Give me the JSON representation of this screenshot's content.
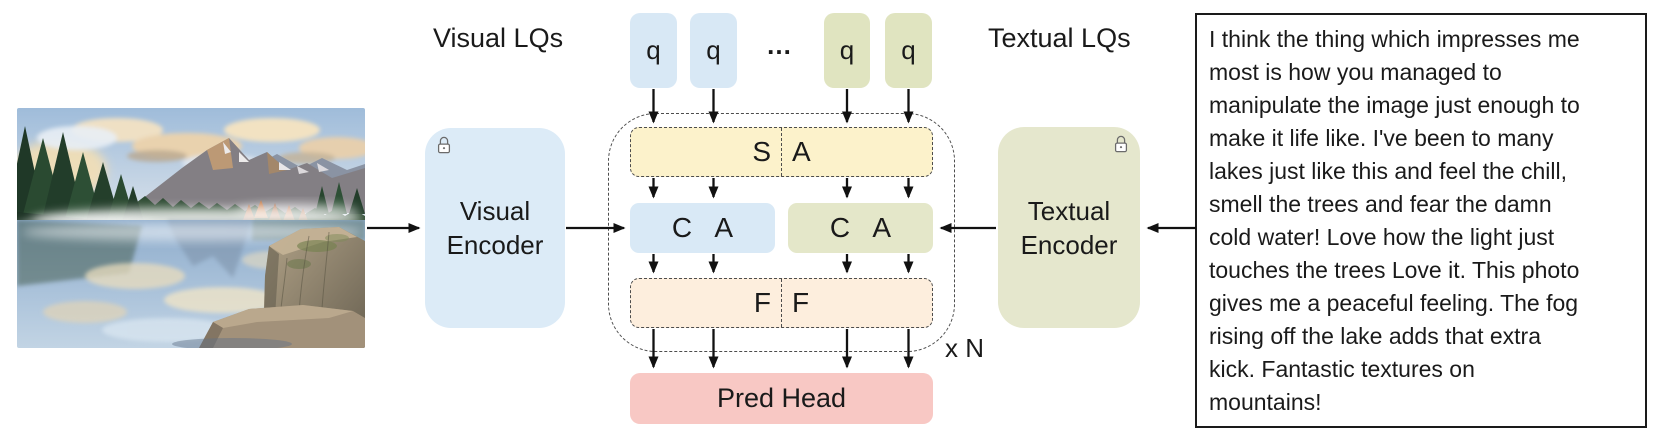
{
  "diagram": {
    "visual_lqs_label": "Visual LQs",
    "textual_lqs_label": "Textual LQs",
    "queries": {
      "labels": [
        "q",
        "q",
        "q",
        "q"
      ],
      "ellipsis": "…"
    },
    "visual_encoder": {
      "line1": "Visual",
      "line2": "Encoder"
    },
    "textual_encoder": {
      "line1": "Textual",
      "line2": "Encoder"
    },
    "self_attention": {
      "left": "S",
      "right": "A"
    },
    "cross_attention_visual": "C A",
    "cross_attention_textual": "C A",
    "feed_forward": {
      "left": "F",
      "right": "F"
    },
    "pred_head": "Pred Head",
    "repeat_label": "x N",
    "icons": {
      "visual_encoder_badge": "lock-icon",
      "textual_encoder_badge": "lock-icon"
    },
    "colors": {
      "visual_accent": "#d9e9f6",
      "textual_accent": "#e4e7c9",
      "self_attention_fill": "#fcf2cb",
      "feed_forward_fill": "#fdeedd",
      "pred_head_fill": "#f8c8c4"
    }
  },
  "review": {
    "text": "I think the thing which impresses me\nmost is how you managed to\nmanipulate the image just enough to\nmake it life like. I've been to many\nlakes just like this and feel the chill,\nsmell the trees and fear the damn\ncold water! Love how the light just\ntouches the trees Love it. This photo\ngives me a peaceful feeling. The fog\nrising off the lake adds that extra\nkick. Fantastic textures on\nmountains!"
  }
}
